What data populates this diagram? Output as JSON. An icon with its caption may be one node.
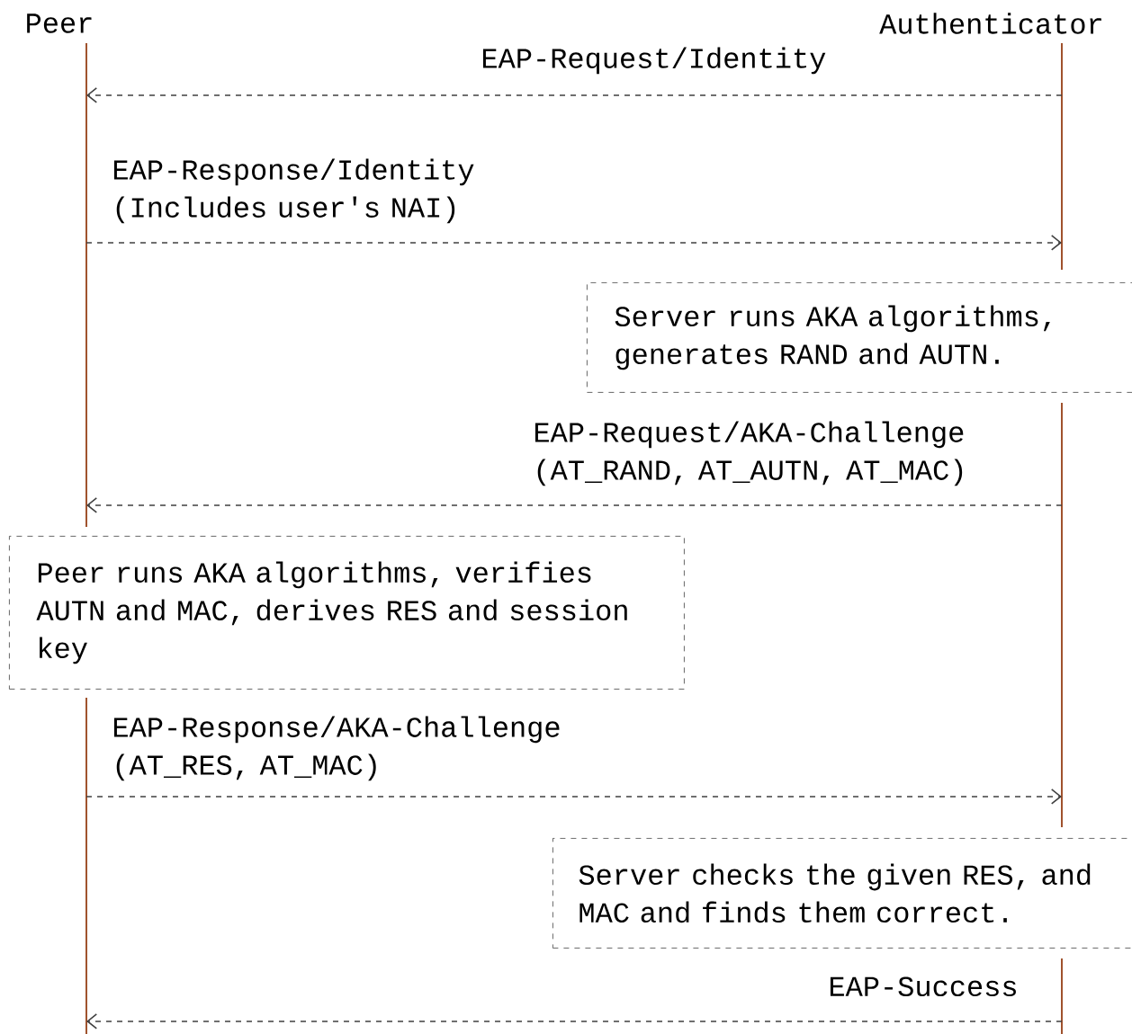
{
  "diagram": {
    "nodes": [
      {
        "text": [
          "Peer"
        ]
      },
      {
        "text": [
          "Authenticator"
        ]
      },
      {
        "text": [
          "Server runs AKA algorithms, generates RAND and AUTN."
        ]
      },
      {
        "text": [
          "Peer runs AKA algorithms, verifies AUTN and MAC, derives RES and session key"
        ]
      },
      {
        "text": [
          "Server checks the given RES, and MAC and finds them correct."
        ]
      }
    ],
    "edges": [
      {
        "from": 1,
        "to": 0,
        "arrow": "to",
        "style": "dashed",
        "label": "EAP-Request/Identity"
      },
      {
        "from": 0,
        "to": 1,
        "arrow": "to",
        "style": "dashed",
        "label": "EAP-Response/Identity (Includes user's NAI)"
      },
      {
        "from": 1,
        "to": 0,
        "arrow": "to",
        "style": "dashed",
        "label": "EAP-Request/AKA-Challenge (AT_RAND, AT_AUTN, AT_MAC)"
      },
      {
        "from": 0,
        "to": 1,
        "arrow": "to",
        "style": "dashed",
        "label": "EAP-Response/AKA-Challenge (AT_RES, AT_MAC)"
      },
      {
        "from": 1,
        "to": 0,
        "arrow": "to",
        "style": "dashed",
        "label": "EAP-Success"
      }
    ]
  }
}
